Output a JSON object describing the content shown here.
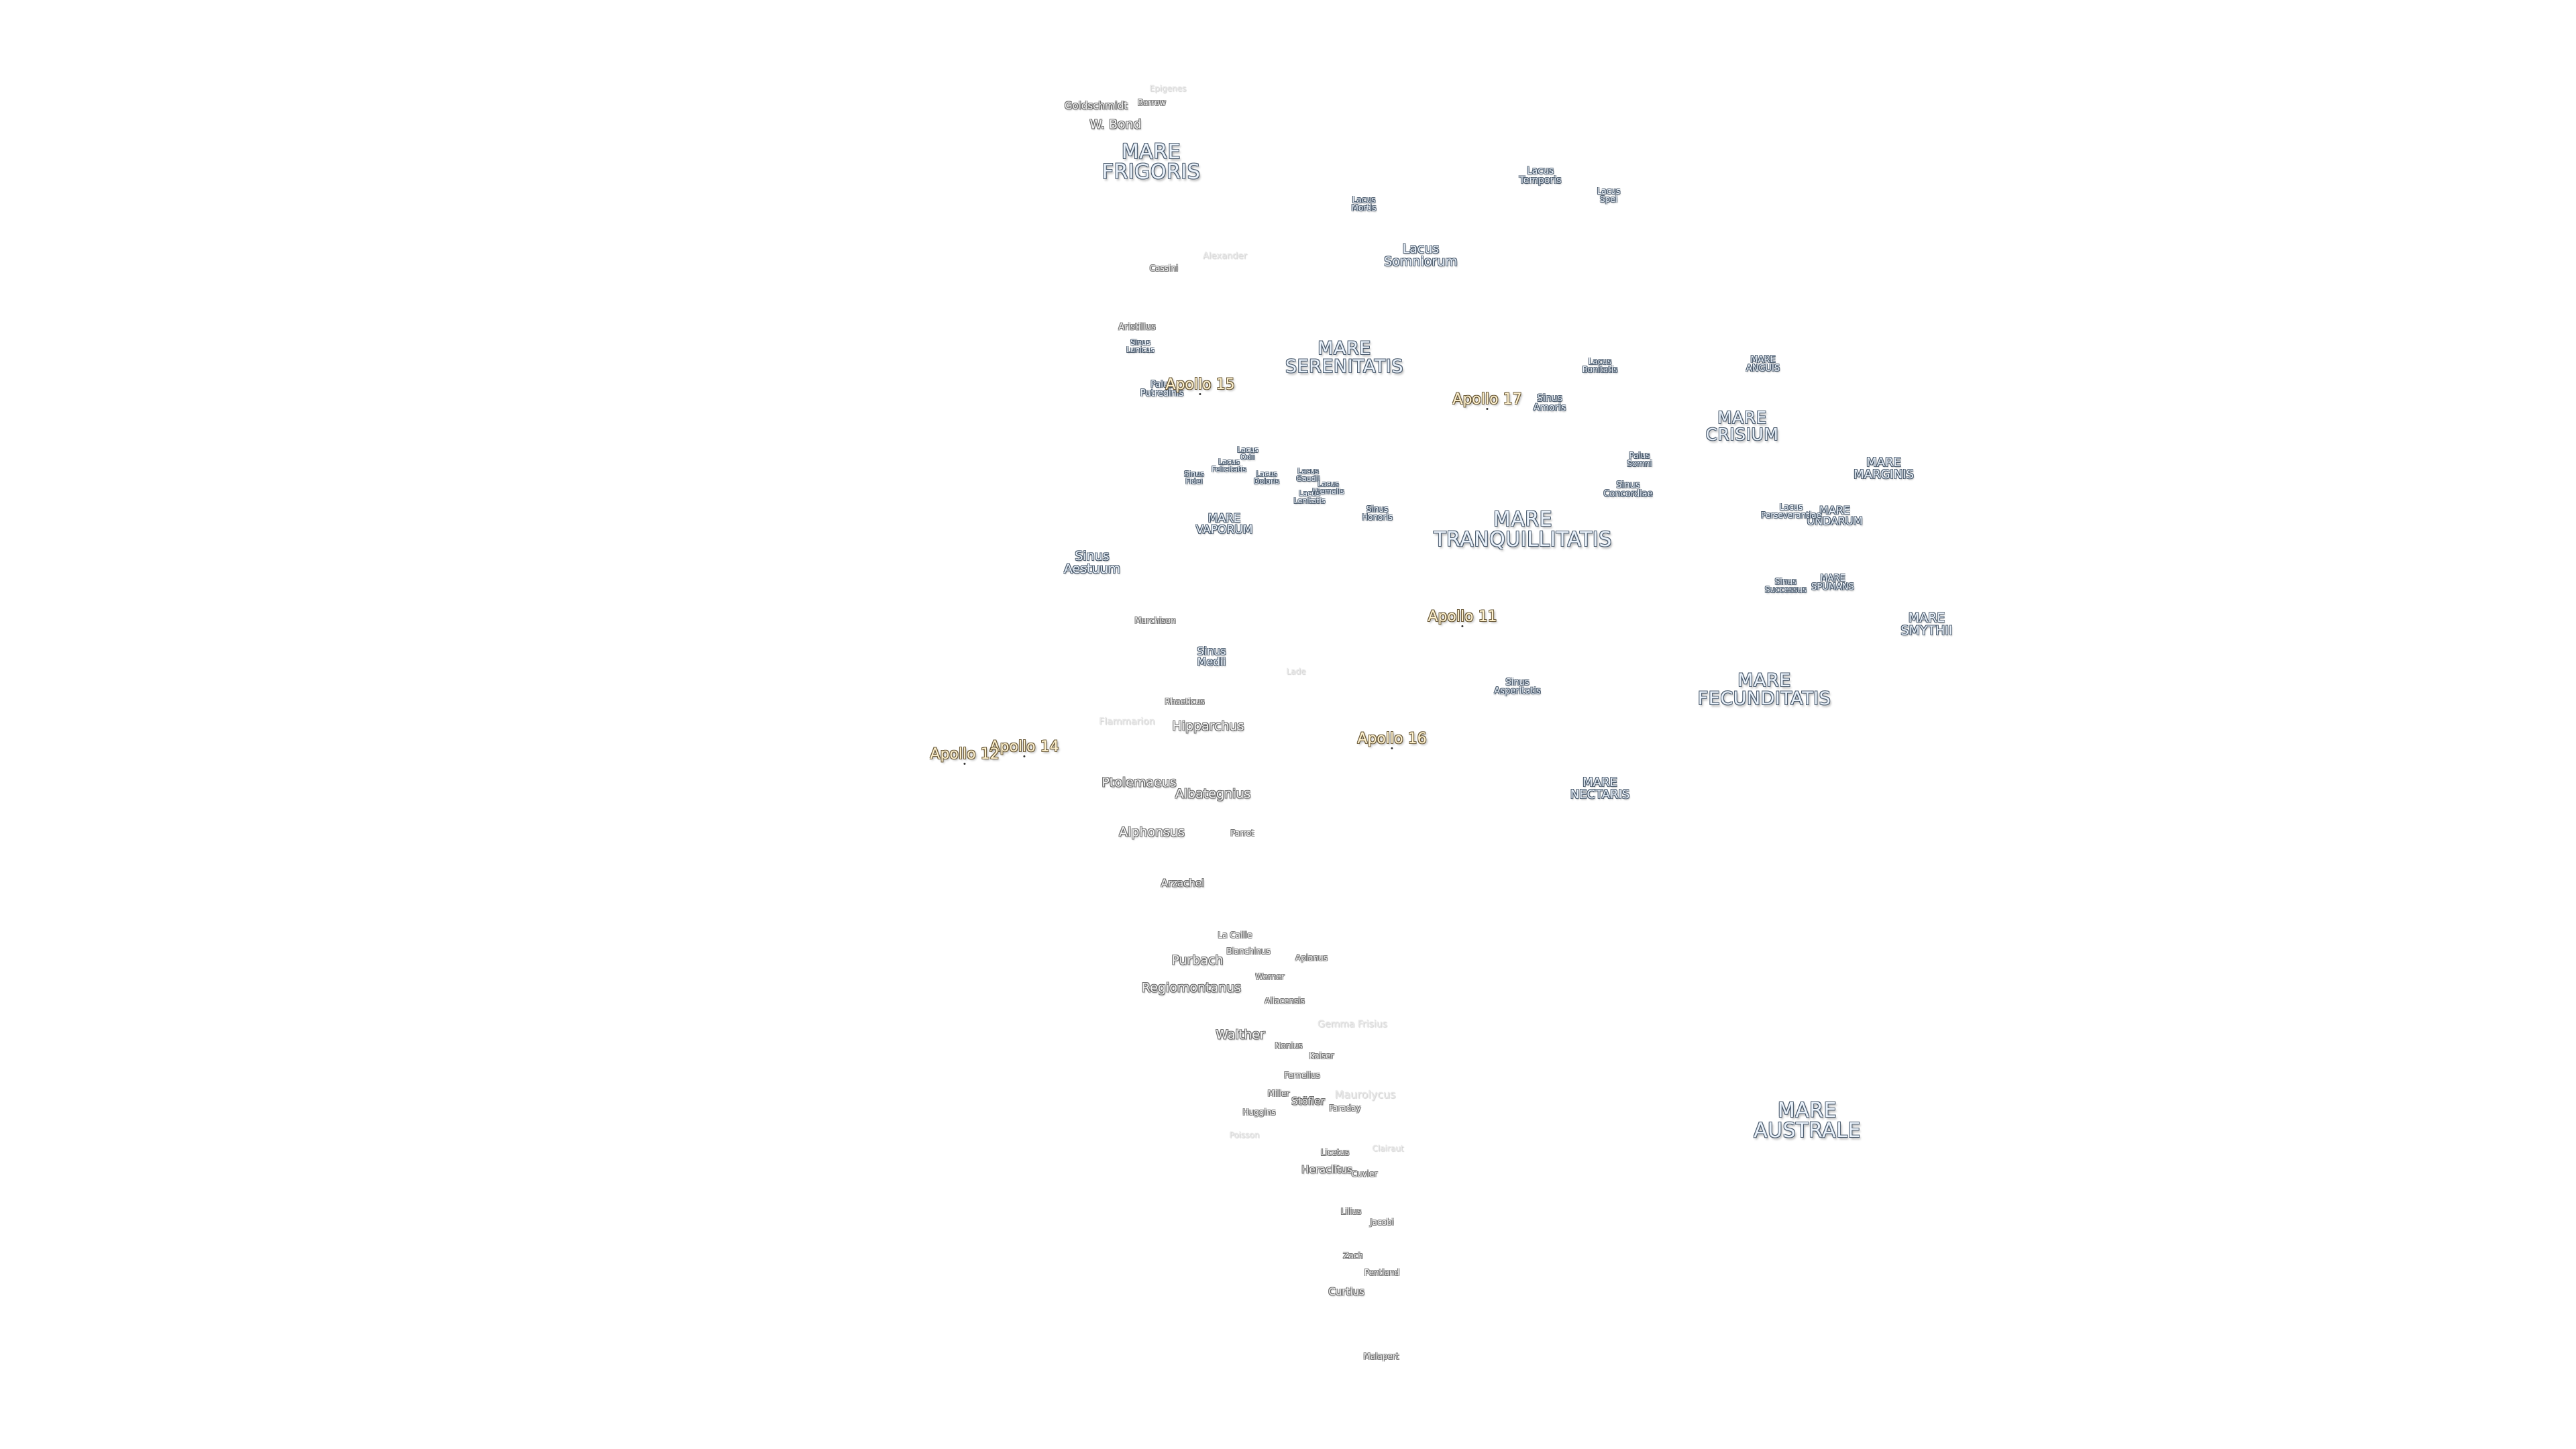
{
  "colors": {
    "background": "#ffffff",
    "mare_fill": "#eaf2fb",
    "mare_outline": "#4a5a6c",
    "apollo_fill": "#fff2cf",
    "apollo_outline": "#6a5a3a",
    "crater_outline": "#6b6b6b"
  },
  "maria": [
    {
      "name": "MARE\nFRIGORIS"
    },
    {
      "name": "MARE\nSERENITATIS"
    },
    {
      "name": "MARE\nTRANQUILLITATIS"
    },
    {
      "name": "MARE\nCRISIUM"
    },
    {
      "name": "MARE\nFECUNDITATIS"
    },
    {
      "name": "MARE\nAUSTRALE"
    },
    {
      "name": "MARE\nMARGINIS"
    },
    {
      "name": "MARE\nSMYTHII"
    },
    {
      "name": "MARE\nNECTARIS"
    },
    {
      "name": "MARE\nVAPORUM"
    },
    {
      "name": "MARE\nUNDARUM"
    },
    {
      "name": "MARE\nANGUIS"
    },
    {
      "name": "MARE\nSPUMANS"
    }
  ],
  "lacus_sinus": [
    {
      "name": "Lacus\nSomniorum"
    },
    {
      "name": "Lacus\nTemporis"
    },
    {
      "name": "Lacus\nSpei"
    },
    {
      "name": "Lacus\nMortis"
    },
    {
      "name": "Lacus\nBonitatis"
    },
    {
      "name": "Sinus\nAmoris"
    },
    {
      "name": "Palus\nSomni"
    },
    {
      "name": "Sinus\nConcordiae"
    },
    {
      "name": "Lacus\nPerseverantiae"
    },
    {
      "name": "Sinus\nSuccessus"
    },
    {
      "name": "Sinus\nAsperitatis"
    },
    {
      "name": "Sinus\nHonoris"
    },
    {
      "name": "Sinus\nLunicus"
    },
    {
      "name": "Palus\nPutredinis"
    },
    {
      "name": "Sinus\nFidei"
    },
    {
      "name": "Lacus\nFelicitatis"
    },
    {
      "name": "Lacus\nOdii"
    },
    {
      "name": "Lacus\nDoloris"
    },
    {
      "name": "Lacus\nGaudii"
    },
    {
      "name": "Lacus\nHiemalis"
    },
    {
      "name": "Lacus\nLenitatis"
    },
    {
      "name": "Sinus\nMedii"
    },
    {
      "name": "Sinus\nAestuum"
    }
  ],
  "apollo_sites": [
    {
      "name": "Apollo 15"
    },
    {
      "name": "Apollo 17"
    },
    {
      "name": "Apollo 11"
    },
    {
      "name": "Apollo 16"
    },
    {
      "name": "Apollo 14"
    },
    {
      "name": "Apollo 12"
    }
  ],
  "craters": [
    {
      "name": "Goldschmidt"
    },
    {
      "name": "Barrow"
    },
    {
      "name": "Epigenes"
    },
    {
      "name": "W. Bond"
    },
    {
      "name": "Alexander"
    },
    {
      "name": "Cassini"
    },
    {
      "name": "Aristillus"
    },
    {
      "name": "Murchison"
    },
    {
      "name": "Rhaeticus"
    },
    {
      "name": "Hipparchus"
    },
    {
      "name": "Flammarion"
    },
    {
      "name": "Ptolemaeus"
    },
    {
      "name": "Albategnius"
    },
    {
      "name": "Alphonsus"
    },
    {
      "name": "Parrot"
    },
    {
      "name": "Arzachel"
    },
    {
      "name": "La Caille"
    },
    {
      "name": "Blanchinus"
    },
    {
      "name": "Purbach"
    },
    {
      "name": "Apianus"
    },
    {
      "name": "Werner"
    },
    {
      "name": "Regiomontanus"
    },
    {
      "name": "Aliacensis"
    },
    {
      "name": "Walther"
    },
    {
      "name": "Nonius"
    },
    {
      "name": "Kaiser"
    },
    {
      "name": "Fernelius"
    },
    {
      "name": "Miller"
    },
    {
      "name": "Stöfler"
    },
    {
      "name": "Huggins"
    },
    {
      "name": "Faraday"
    },
    {
      "name": "Licetus"
    },
    {
      "name": "Heraclitus"
    },
    {
      "name": "Cuvier"
    },
    {
      "name": "Lilius"
    },
    {
      "name": "Jacobi"
    },
    {
      "name": "Zach"
    },
    {
      "name": "Curtius"
    },
    {
      "name": "Pentland"
    },
    {
      "name": "Lade"
    },
    {
      "name": "Gemma Frisius"
    },
    {
      "name": "Maurolycus"
    },
    {
      "name": "Poisson"
    },
    {
      "name": "Clairaut"
    },
    {
      "name": "Malapert"
    }
  ]
}
